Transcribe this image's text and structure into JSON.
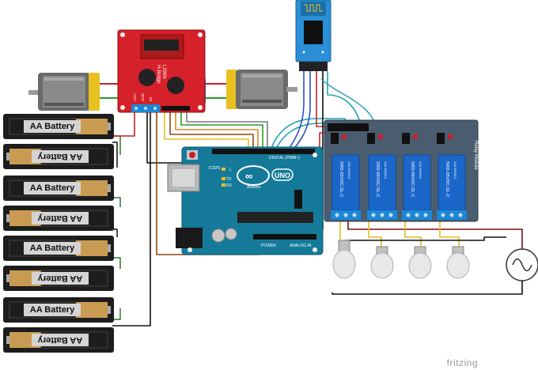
{
  "batteries": [
    {
      "label": "AA Battery",
      "flipped": false
    },
    {
      "label": "AA Battery",
      "flipped": true
    },
    {
      "label": "AA Battery",
      "flipped": false
    },
    {
      "label": "AA Battery",
      "flipped": true
    },
    {
      "label": "AA Battery",
      "flipped": false
    },
    {
      "label": "AA Battery",
      "flipped": true
    },
    {
      "label": "AA Battery",
      "flipped": false
    },
    {
      "label": "AA Battery",
      "flipped": true
    }
  ],
  "motor_driver": {
    "line1": "L298N",
    "line2": "H-Bridge",
    "pin_a": "12V+",
    "pin_b": "GND",
    "pin_c": "5V"
  },
  "arduino": {
    "brand": "Arduino",
    "model": "UNO",
    "header": "DIGITAL (PWM~)",
    "power": "POWER",
    "analog": "ANALOG IN",
    "icsp": "ICSP2",
    "tx": "TX",
    "rx": "RX",
    "l": "L"
  },
  "relay": {
    "module_label": "Relay Module",
    "relay_text": "SRD-05VDC-SL-C",
    "rating": "10A 250VAC"
  },
  "watermark": "fritzing",
  "colors": {
    "driver_red": "#d6202a",
    "arduino_teal": "#157a9a",
    "relay_blue": "#1a66c9",
    "relay_board": "#4a5d70",
    "bt_blue": "#2a8fd6",
    "battery_black": "#1d1d1d",
    "battery_copper": "#c99b52"
  }
}
